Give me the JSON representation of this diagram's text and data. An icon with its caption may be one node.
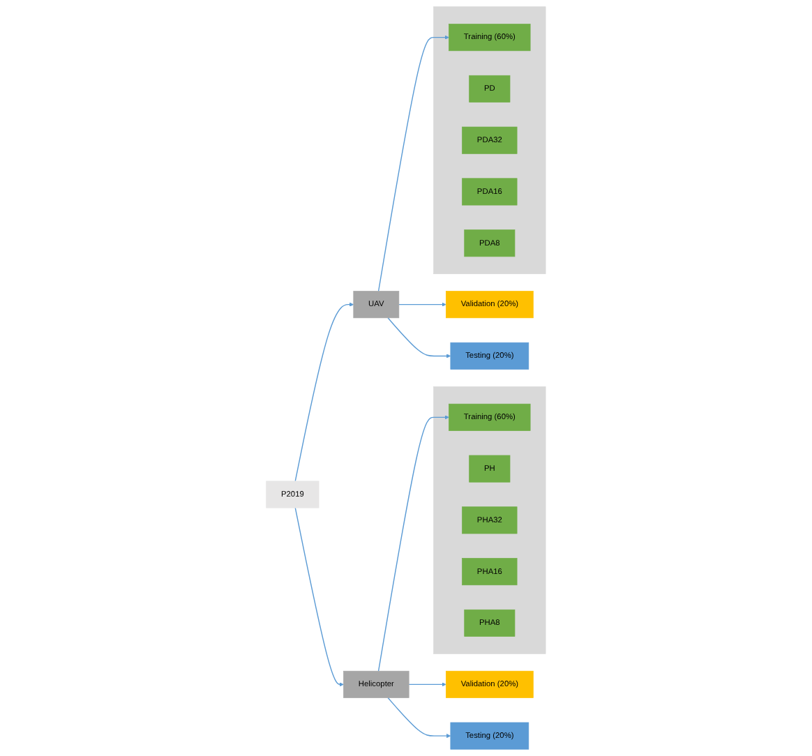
{
  "diagram": {
    "nodes": [
      {
        "text": [
          "P2019"
        ]
      },
      {
        "text": [
          "UAV"
        ]
      },
      {
        "text": [
          "Helicopter"
        ]
      },
      {
        "text": [],
        "shape": "arrow"
      },
      {
        "text": [
          "Training (60%)"
        ],
        "in": 3
      },
      {
        "text": [
          "PD"
        ],
        "in": 3
      },
      {
        "text": [
          "PDA32"
        ],
        "in": 3
      },
      {
        "text": [
          "PDA16"
        ],
        "in": 3
      },
      {
        "text": [
          "PDA8"
        ],
        "in": 3
      },
      {
        "text": [
          "Validation (20%)"
        ]
      },
      {
        "text": [
          "Testing (20%)"
        ]
      },
      {
        "text": [],
        "shape": "arrow"
      },
      {
        "text": [
          "Training (60%)"
        ],
        "in": 11
      },
      {
        "text": [
          "PH"
        ],
        "in": 11
      },
      {
        "text": [
          "PHA32"
        ],
        "in": 11
      },
      {
        "text": [
          "PHA16"
        ],
        "in": 11
      },
      {
        "text": [
          "PHA8"
        ],
        "in": 11
      },
      {
        "text": [
          "Validation (20%)"
        ]
      },
      {
        "text": [
          "Testing (20%)"
        ]
      }
    ],
    "edges": [
      {
        "from": 0,
        "to": 1,
        "arrow": "to"
      },
      {
        "from": 0,
        "to": 2,
        "arrow": "to"
      },
      {
        "from": 1,
        "to": 4,
        "arrow": "to"
      },
      {
        "from": 1,
        "to": 9,
        "arrow": "to"
      },
      {
        "from": 1,
        "to": 10,
        "arrow": "to"
      },
      {
        "from": 2,
        "to": 12,
        "arrow": "to"
      },
      {
        "from": 2,
        "to": 17,
        "arrow": "to"
      },
      {
        "from": 2,
        "to": 18,
        "arrow": "to"
      }
    ]
  }
}
